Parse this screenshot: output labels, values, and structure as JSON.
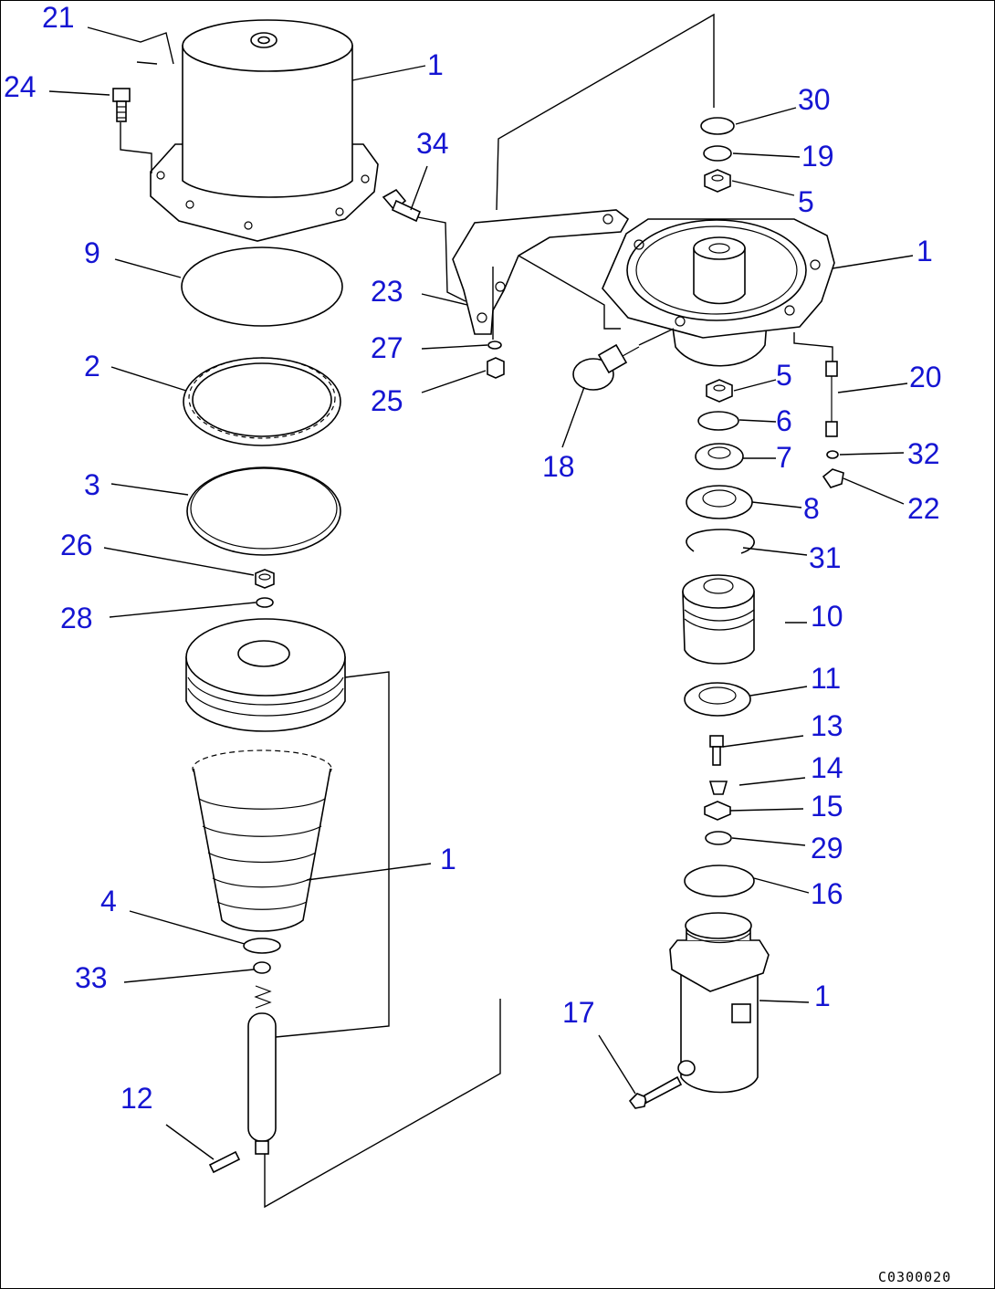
{
  "callouts": [
    {
      "id": "c1",
      "text": "21"
    },
    {
      "id": "c2",
      "text": "24"
    },
    {
      "id": "c3",
      "text": "1"
    },
    {
      "id": "c4",
      "text": "34"
    },
    {
      "id": "c5",
      "text": "30"
    },
    {
      "id": "c6",
      "text": "19"
    },
    {
      "id": "c7",
      "text": "5"
    },
    {
      "id": "c8",
      "text": "1"
    },
    {
      "id": "c9",
      "text": "9"
    },
    {
      "id": "c10",
      "text": "23"
    },
    {
      "id": "c11",
      "text": "27"
    },
    {
      "id": "c12",
      "text": "25"
    },
    {
      "id": "c13",
      "text": "2"
    },
    {
      "id": "c14",
      "text": "5"
    },
    {
      "id": "c15",
      "text": "20"
    },
    {
      "id": "c16",
      "text": "6"
    },
    {
      "id": "c17",
      "text": "18"
    },
    {
      "id": "c18",
      "text": "7"
    },
    {
      "id": "c19",
      "text": "32"
    },
    {
      "id": "c20",
      "text": "3"
    },
    {
      "id": "c21",
      "text": "8"
    },
    {
      "id": "c22",
      "text": "22"
    },
    {
      "id": "c23",
      "text": "26"
    },
    {
      "id": "c24",
      "text": "31"
    },
    {
      "id": "c25",
      "text": "28"
    },
    {
      "id": "c26",
      "text": "10"
    },
    {
      "id": "c27",
      "text": "11"
    },
    {
      "id": "c28",
      "text": "13"
    },
    {
      "id": "c29",
      "text": "14"
    },
    {
      "id": "c30",
      "text": "15"
    },
    {
      "id": "c31",
      "text": "1"
    },
    {
      "id": "c32",
      "text": "29"
    },
    {
      "id": "c33",
      "text": "4"
    },
    {
      "id": "c34",
      "text": "16"
    },
    {
      "id": "c35",
      "text": "33"
    },
    {
      "id": "c36",
      "text": "1"
    },
    {
      "id": "c37",
      "text": "17"
    },
    {
      "id": "c38",
      "text": "12"
    }
  ],
  "drawing_code": "C0300020"
}
